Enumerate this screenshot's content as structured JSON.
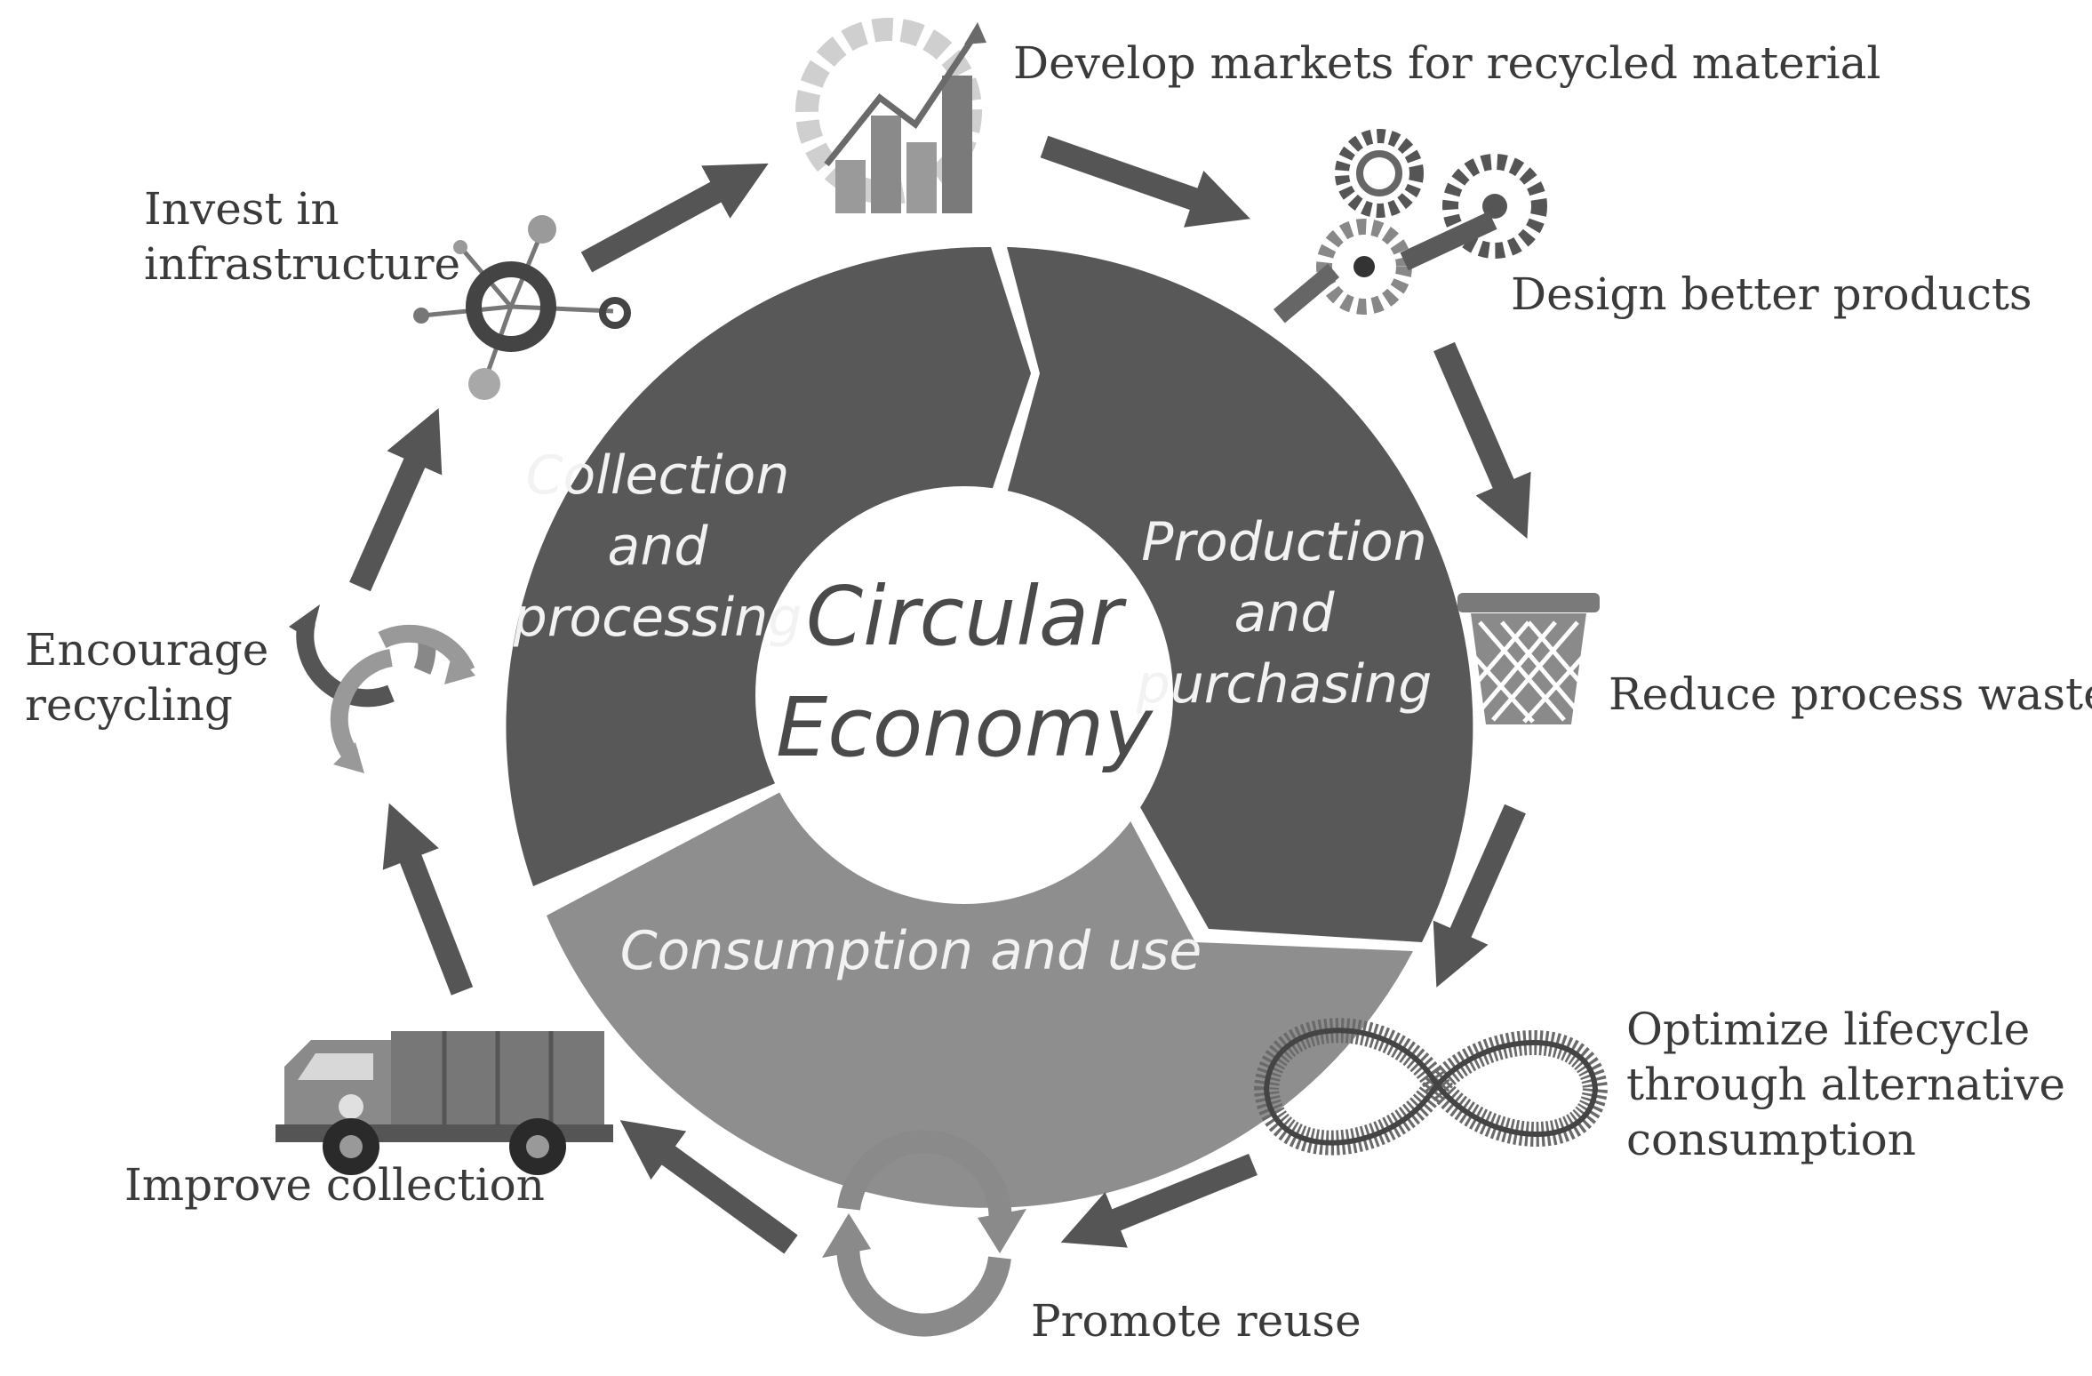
{
  "center": {
    "line1": "Circular",
    "line2": "Economy"
  },
  "segments": {
    "collection": [
      "Collection",
      "and",
      "processing"
    ],
    "production": [
      "Production",
      "and",
      "purchasing"
    ],
    "consumption": "Consumption and use"
  },
  "steps": {
    "develop_markets": "Develop markets for recycled material",
    "design_products": "Design better products",
    "reduce_waste": "Reduce process waste",
    "optimize_lifecycle": [
      "Optimize lifecycle",
      "through alternative",
      "consumption"
    ],
    "promote_reuse": "Promote reuse",
    "improve_collection": "Improve collection",
    "encourage_recycling": [
      "Encourage",
      "recycling"
    ],
    "invest_infrastructure": [
      "Invest in",
      "infrastructure"
    ]
  },
  "colors": {
    "segment_dark": "#585858",
    "segment_light": "#8e8e8e",
    "arrow": "#555555",
    "text": "#3a3a3a"
  },
  "icons": [
    "chart-icon",
    "gears-icon",
    "wastebasket-icon",
    "infinity-icon",
    "reuse-cycle-icon",
    "garbage-truck-icon",
    "recycle-arrows-icon",
    "network-icon"
  ]
}
